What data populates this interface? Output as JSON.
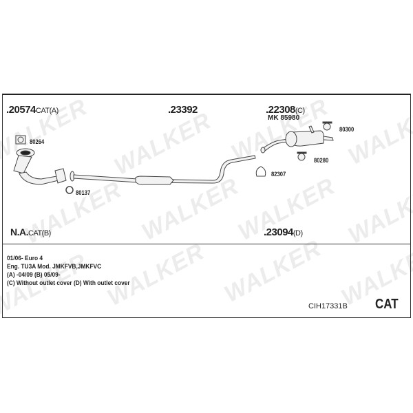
{
  "watermark": "WALKER",
  "parts": {
    "cat_a": {
      "number": ".20574",
      "suffix": "CAT(A)"
    },
    "mid_pipe": {
      "number": ".23392"
    },
    "rear_muffler": {
      "number": ".22308",
      "suffix": "(C)",
      "kit": "MK 85980"
    },
    "cat_b": {
      "number": "N.A.",
      "suffix": "CAT(B)"
    },
    "rear_muffler_d": {
      "number": ".23094",
      "suffix": "(D)"
    }
  },
  "fittings": [
    "80264",
    "80137",
    "82307",
    "80300",
    "80280"
  ],
  "notes": [
    "01/06-   Euro 4",
    "Eng. TU3A   Mod. JMKFVB,JMKFVC",
    "(A) -04/09 (B) 05/09-",
    "(C) Without outlet cover (D) With outlet cover"
  ],
  "code": "CIH17331B",
  "type_label": "CAT"
}
